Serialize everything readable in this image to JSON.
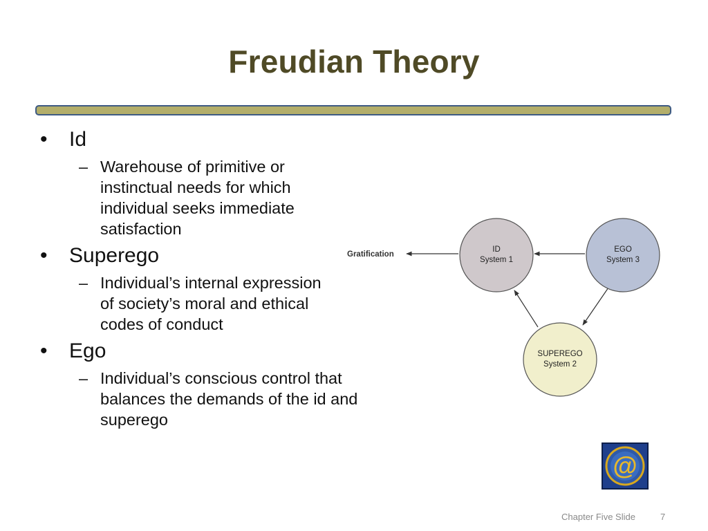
{
  "slide": {
    "title": "Freudian Theory",
    "bullets": [
      {
        "heading": "Id",
        "detail": "Warehouse of primitive or instinctual needs for which individual seeks immediate satisfaction"
      },
      {
        "heading": "Superego",
        "detail": "Individual’s internal expression of society’s moral and ethical codes of conduct"
      },
      {
        "heading": "Ego",
        "detail": "Individual’s conscious control that balances the demands of the id and superego"
      }
    ],
    "bullet_glyph": "•",
    "dash_glyph": "–"
  },
  "diagram": {
    "gratification_label": "Gratification",
    "nodes": {
      "id": {
        "name": "ID",
        "system": "System 1",
        "color": "#cfc8cb"
      },
      "ego": {
        "name": "EGO",
        "system": "System 3",
        "color": "#b8c1d6"
      },
      "superego": {
        "name": "SUPEREGO",
        "system": "System 2",
        "color": "#f1efcc"
      }
    }
  },
  "logo": {
    "icon": "at-sign-icon",
    "glyph": "@"
  },
  "footer": {
    "text": "Chapter Five Slide",
    "page": "7"
  },
  "colors": {
    "title": "#4f4a26",
    "rule_fill": "#b3ae6a",
    "rule_border": "#3d5a83",
    "logo_bg": "#1f3f8c",
    "logo_ring": "#d8a81e"
  }
}
